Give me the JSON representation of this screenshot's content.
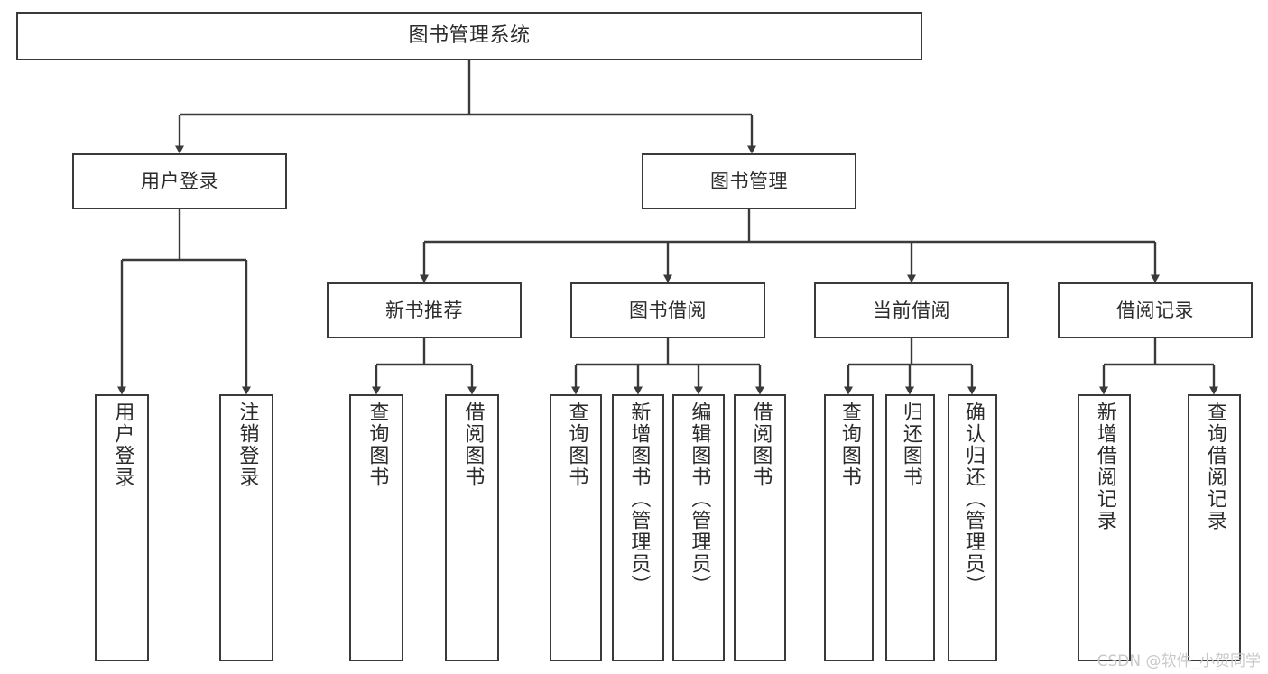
{
  "diagram": {
    "title": "图书管理系统",
    "watermark": "CSDN @软件_小贺同学",
    "colors": {
      "box_border": "#3a3a3a",
      "box_fill": "#ffffff",
      "edge": "#3a3a3a",
      "text": "#2b2b2b",
      "watermark": "#c9c9c9"
    },
    "root": {
      "label": "图书管理系统"
    },
    "level2": [
      {
        "label": "用户登录"
      },
      {
        "label": "图书管理"
      }
    ],
    "level3": [
      {
        "label": "新书推荐"
      },
      {
        "label": "图书借阅"
      },
      {
        "label": "当前借阅"
      },
      {
        "label": "借阅记录"
      }
    ],
    "leaves": {
      "user_login": [
        {
          "label": "用户登录"
        },
        {
          "label": "注销登录"
        }
      ],
      "new_book_recommend": [
        {
          "label": "查询图书"
        },
        {
          "label": "借阅图书"
        }
      ],
      "book_borrow": [
        {
          "label": "查询图书"
        },
        {
          "label": "新增图书（管理员）"
        },
        {
          "label": "编辑图书（管理员）"
        },
        {
          "label": "借阅图书"
        }
      ],
      "current_borrow": [
        {
          "label": "查询图书"
        },
        {
          "label": "归还图书"
        },
        {
          "label": "确认归还（管理员）"
        }
      ],
      "borrow_record": [
        {
          "label": "新增借阅记录"
        },
        {
          "label": "查询借阅记录"
        }
      ]
    }
  }
}
